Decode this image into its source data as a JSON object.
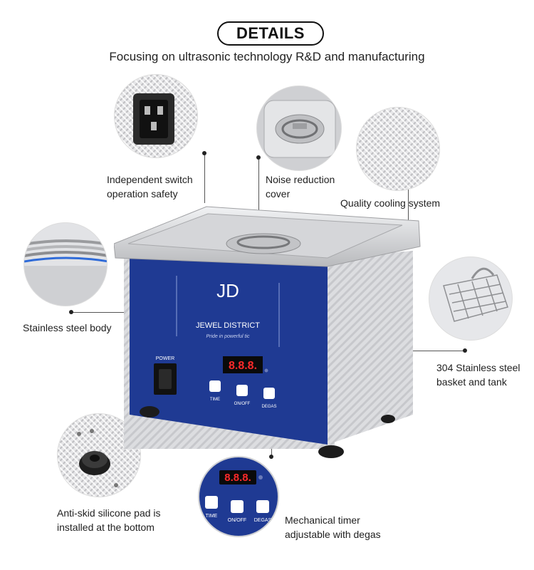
{
  "header": {
    "title": "DETAILS",
    "subtitle": "Focusing on ultrasonic technology R&D and manufacturing"
  },
  "callouts": {
    "switch": "Independent switch\noperation safety",
    "cover": "Noise reduction\ncover",
    "cooling": "Quality cooling system",
    "body": "Stainless steel body",
    "basket": "304 Stainless steel\nbasket and tank",
    "pad": "Anti-skid silicone pad is\ninstalled at the bottom",
    "timer": "Mechanical timer\nadjustable with degas"
  },
  "device": {
    "brand_mark": "JD",
    "brand_name": "JEWEL DISTRICT",
    "brand_tagline": "Pride in powerful tic",
    "power_label": "POWER",
    "display": "8.8.8.",
    "buttons": [
      "TIME",
      "ON/OFF",
      "DEGAS"
    ]
  },
  "colors": {
    "panel_blue": "#1f3a93",
    "steel": "#d9dadd",
    "display_red": "#ff2a2a"
  }
}
